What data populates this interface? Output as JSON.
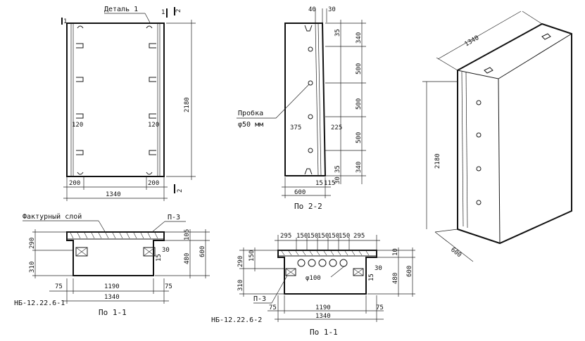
{
  "front_view": {
    "detail_label": "Деталь 1",
    "sec1_mark": "1",
    "sec2_mark": "2",
    "dim_height": "2180",
    "dim_width": "1340",
    "dim_left": "200",
    "dim_right": "200",
    "dim_insert_left": "120",
    "dim_insert_right": "120"
  },
  "side_view": {
    "dim_top_a": "40",
    "dim_top_b": "30",
    "dim_35_top": "35",
    "dim_340_top": "340",
    "dim_500_a": "500",
    "dim_500_b": "500",
    "dim_500_c": "500",
    "dim_340_bot": "340",
    "dim_35_bot": "35",
    "dim_30_bot": "30",
    "dim_375": "375",
    "dim_225": "225",
    "dim_15": "15",
    "dim_115": "115",
    "dim_600": "600",
    "plug_label": "Пробка",
    "plug_size": "φ50 мм",
    "caption": "По 2-2"
  },
  "section1": {
    "layer_label": "Фактурный слой",
    "p3": "П-3",
    "dim_290": "290",
    "dim_310": "310",
    "dim_30": "30",
    "dim_105": "105",
    "dim_15": "15",
    "dim_480": "480",
    "dim_600": "600",
    "dim_75_l": "75",
    "dim_1190": "1190",
    "dim_75_r": "75",
    "dim_1340": "1340",
    "mark": "НБ-12.22.6-1",
    "caption": "По 1-1"
  },
  "section2": {
    "top_dims": [
      "295",
      "150",
      "150",
      "150",
      "150",
      "150",
      "295"
    ],
    "dim_290": "290",
    "dim_150": "150",
    "dim_310": "310",
    "dim_30": "30",
    "dim_15": "15",
    "dim_480": "480",
    "dim_600": "600",
    "dim_10": "10",
    "hole": "φ100",
    "p3": "П-3",
    "dim_75_l": "75",
    "dim_1190": "1190",
    "dim_75_r": "75",
    "dim_1340": "1340",
    "mark": "НБ-12.22.6-2",
    "caption": "По 1-1"
  },
  "iso_view": {
    "dim_1340": "1340",
    "dim_2180": "2180",
    "dim_600": "600"
  }
}
